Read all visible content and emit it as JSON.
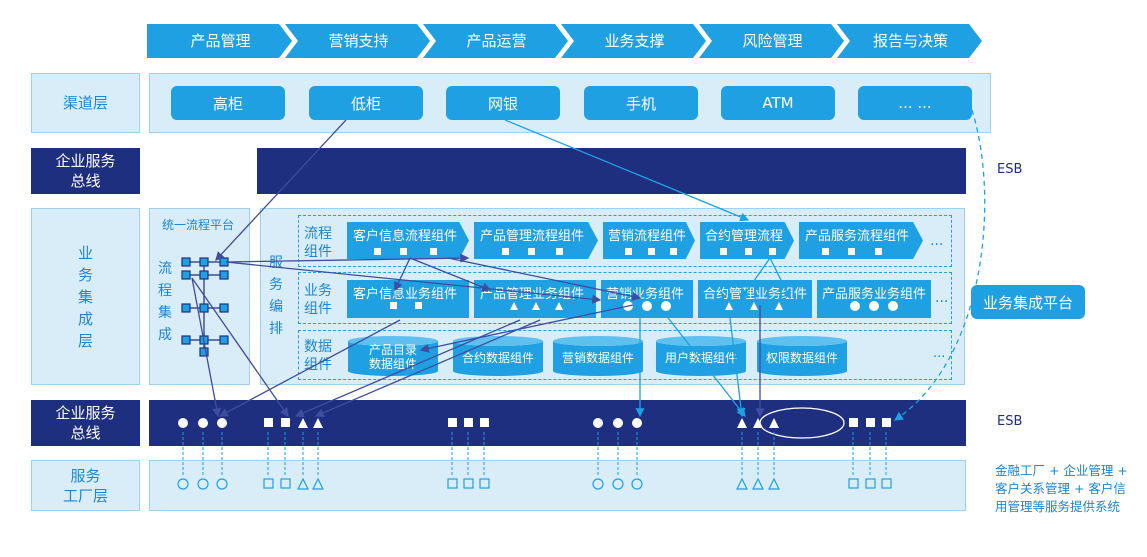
{
  "header_steps": [
    "产品管理",
    "营销支持",
    "产品运营",
    "业务支撑",
    "风险管理",
    "报告与决策"
  ],
  "layers": {
    "channel": "渠道层",
    "esb_top": [
      "企业服务",
      "总线"
    ],
    "biz": [
      "业",
      "务",
      "集",
      "成",
      "层"
    ],
    "esb_bottom": [
      "企业服务",
      "总线"
    ],
    "factory": [
      "服务",
      "工厂层"
    ]
  },
  "channels": [
    "高柜",
    "低柜",
    "网银",
    "手机",
    "ATM",
    "... ..."
  ],
  "esb_label": "ESB",
  "flow_platform": {
    "title": "统一流程平台",
    "vertical": [
      "流",
      "程",
      "集",
      "成"
    ]
  },
  "service_orch": [
    "服",
    "务",
    "编",
    "排"
  ],
  "rows": {
    "process": {
      "label": [
        "流程",
        "组件"
      ],
      "items": [
        "客户信息流程组件",
        "产品管理流程组件",
        "营销流程组件",
        "合约管理流程",
        "产品服务流程组件"
      ],
      "more": "..."
    },
    "business": {
      "label": [
        "业务",
        "组件"
      ],
      "items": [
        "客户信息业务组件",
        "产品管理业务组件",
        "营销业务组件",
        "合约管理业务组件",
        "产品服务业务组件"
      ],
      "more": "..."
    },
    "data": {
      "label": [
        "数据",
        "组件"
      ],
      "items": [
        "产品目录\n数据组件",
        "合约数据组件",
        "营销数据组件",
        "用户数据组件",
        "权限数据组件"
      ],
      "more": "..."
    }
  },
  "platform_badge": "业务集成平台",
  "factory_desc": [
    "金融工厂 + 企业管理 +",
    "客户关系管理 + 客户信",
    "用管理等服务提供系统"
  ],
  "colors": {
    "navy": "#1d2f7e",
    "blue": "#1fa0e3",
    "light": "#d9edf9",
    "text": "#1b86d6"
  }
}
